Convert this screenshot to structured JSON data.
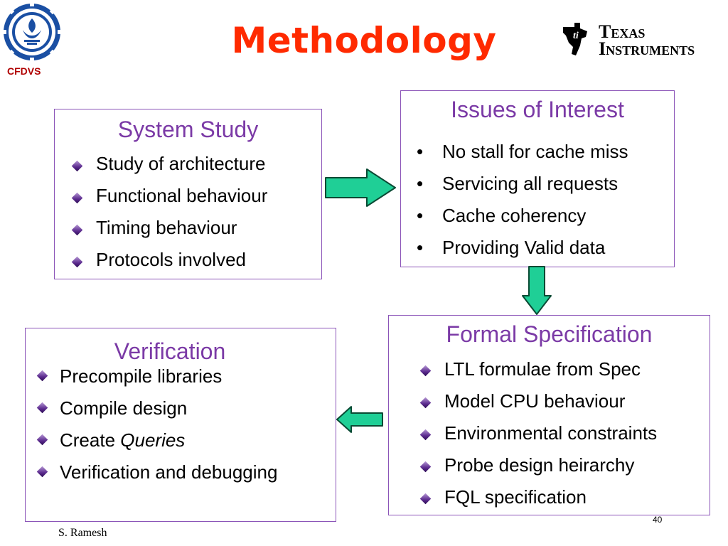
{
  "header": {
    "title": "Methodology",
    "org_label": "CFDVS",
    "left_logo_icon": "iit-bombay-emblem-icon",
    "right_logo_icon": "texas-instruments-logo-icon",
    "ti_line1": "Texas",
    "ti_line2": "Instruments"
  },
  "system_study": {
    "title": "System Study",
    "items": [
      "Study of architecture",
      "Functional behaviour",
      "Timing behaviour",
      "Protocols involved"
    ]
  },
  "issues": {
    "title": "Issues of Interest",
    "bullet": "•",
    "items": [
      "No stall for cache miss",
      "Servicing all requests",
      "Cache coherency",
      "Providing Valid data"
    ]
  },
  "formal_spec": {
    "title": "Formal Specification",
    "items": [
      "LTL formulae from Spec",
      "Model CPU behaviour",
      "Environmental constraints",
      "Probe design heirarchy",
      "FQL specification"
    ]
  },
  "verification": {
    "title": "Verification",
    "items": [
      "Precompile libraries",
      "Compile design",
      "Create",
      "Verification and debugging"
    ],
    "item3_italic": "Queries"
  },
  "footer": {
    "author": "S. Ramesh",
    "page_number": "40"
  },
  "colors": {
    "title": "#ff2a00",
    "box_border": "#8b54b8",
    "box_title": "#7b3aa6",
    "arrow_fill": "#1fcf96",
    "org_label": "#b00000"
  }
}
